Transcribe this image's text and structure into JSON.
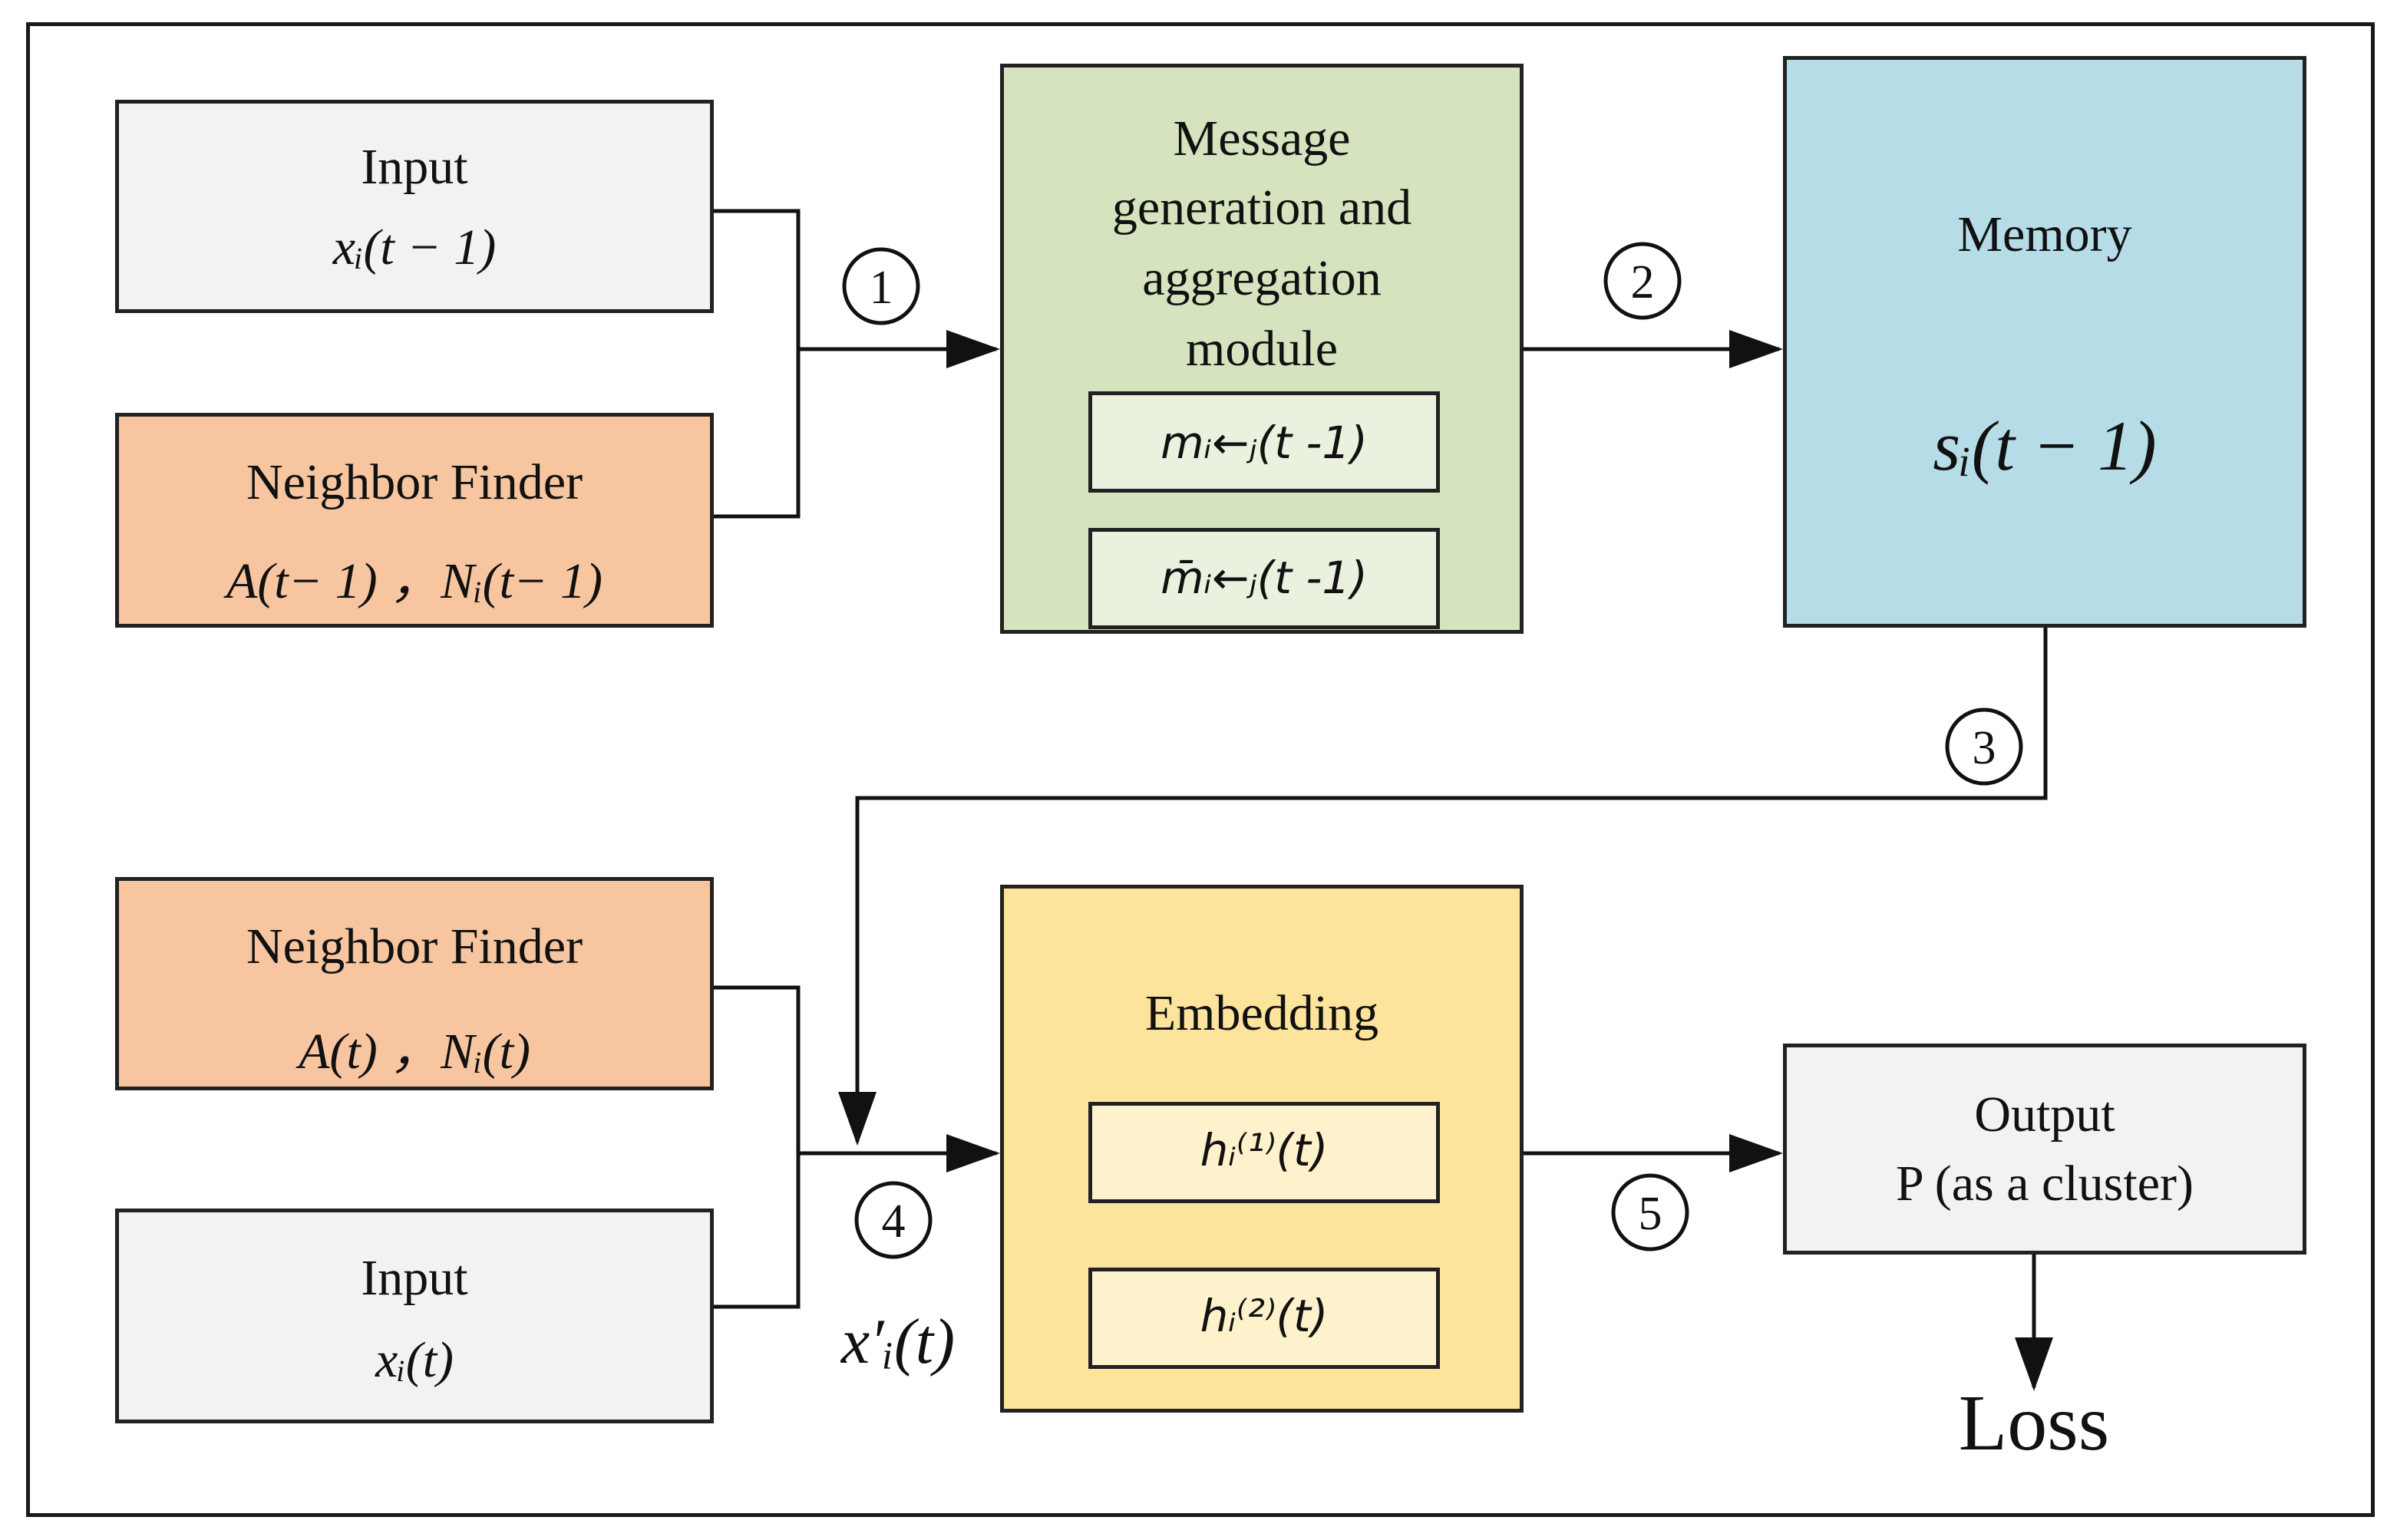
{
  "top": {
    "input": {
      "title": "Input",
      "formula": "xᵢ(t − 1)"
    },
    "neighbor": {
      "title": "Neighbor Finder",
      "formula": "A(t− 1) ，Nᵢ(t− 1)"
    },
    "message": {
      "title_lines": [
        "Message",
        "generation and",
        "aggregation",
        "module"
      ],
      "msg": "mᵢ←ⱼ(t -1)",
      "msg_agg": "m̄ᵢ←ⱼ(t -1)"
    },
    "memory": {
      "title": "Memory",
      "formula": "sᵢ(t − 1)"
    }
  },
  "bottom": {
    "neighbor": {
      "title": "Neighbor Finder",
      "formula": "A(t) ，Nᵢ(t)"
    },
    "input": {
      "title": "Input",
      "formula": "xᵢ(t)"
    },
    "embedding": {
      "title": "Embedding",
      "h1": "hᵢ⁽¹⁾(t)",
      "h2": "hᵢ⁽²⁾(t)"
    },
    "output": {
      "line1": "Output",
      "line2": "P (as a cluster)"
    },
    "loss": "Loss",
    "x_prime": "x′ᵢ(t)"
  },
  "steps": [
    "1",
    "2",
    "3",
    "4",
    "5"
  ],
  "colors": {
    "input_fill": "#f2f2f2",
    "neighbor_fill": "#f7c6a0",
    "message_fill": "#d5e3bf",
    "message_inner_fill": "#eaf1de",
    "memory_fill": "#b6dce8",
    "embedding_fill": "#fde49c",
    "embedding_inner_fill": "#fef2cc",
    "output_fill": "#f2f2f2",
    "line": "#111111"
  }
}
